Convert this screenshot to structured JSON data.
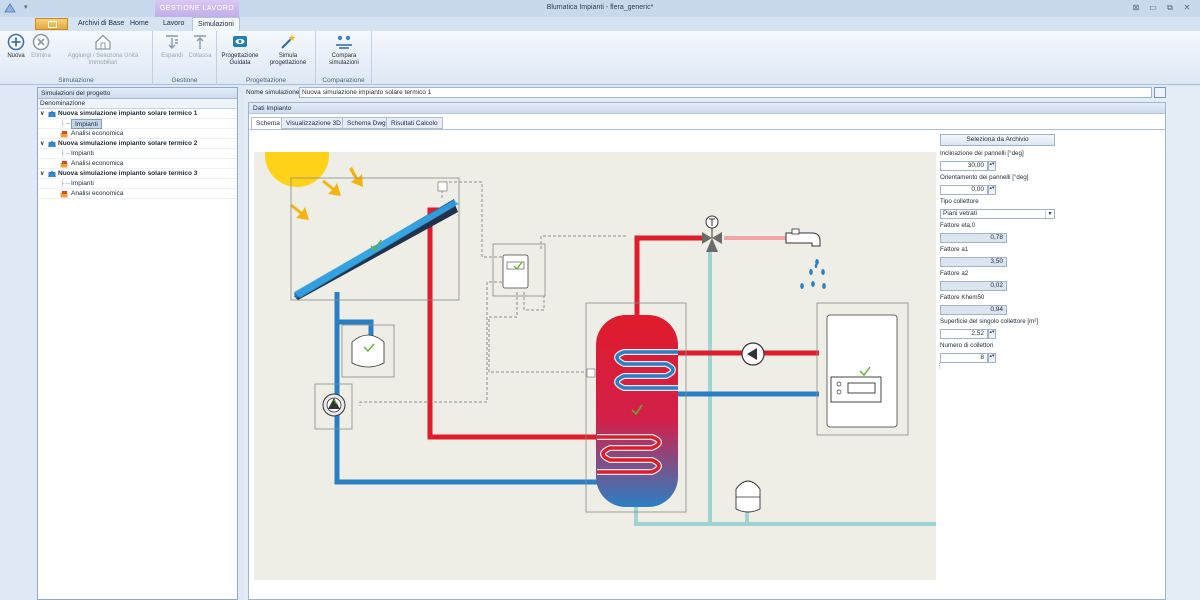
{
  "window": {
    "title": "Blumatica Impianti - flera_generic*",
    "context_tab_group": "GESTIONE LAVORO",
    "quick_access_arrow": "▾",
    "controls": [
      "⊠",
      "▭",
      "⧉",
      "✕"
    ]
  },
  "ribbon_tabs": [
    "Archivi di Base",
    "Home",
    "Lavoro",
    "Simulazioni"
  ],
  "ribbon_groups": [
    {
      "label": "Simulazione",
      "buttons": [
        "Nuova",
        "Elimina",
        "Aggiungi / Seleziona Unità Immobiliari"
      ]
    },
    {
      "label": "Gestione",
      "buttons": [
        "Espandi",
        "Collassa"
      ]
    },
    {
      "label": "Progettazione",
      "buttons": [
        "Progettazione Guidata",
        "Simula progettazione"
      ]
    },
    {
      "label": "Comparazione",
      "buttons": [
        "Compara simulazioni"
      ]
    }
  ],
  "left_panel": {
    "title": "Simulazioni del progetto",
    "column_header": "Denominazione",
    "tree": [
      {
        "label": "Nuova simulazione impianto solare termico 1",
        "children": [
          "Impianti",
          "Analisi economica"
        ]
      },
      {
        "label": "Nuova simulazione impianto solare termico 2",
        "children": [
          "Impianti",
          "Analisi economica"
        ]
      },
      {
        "label": "Nuova simulazione impianto solare termico 3",
        "children": [
          "Impianti",
          "Analisi economica"
        ]
      }
    ]
  },
  "simulation_name": {
    "label": "Nome simulazione",
    "value": "Nuova simulazione impianto solare termico 1"
  },
  "dati_impianto": {
    "title": "Dati Impianto",
    "tabs": [
      "Schema",
      "Visualizzazione 3D",
      "Schema Dwg",
      "Risultati Calcolo"
    ]
  },
  "parameters": {
    "select_button": "Seleziona da Archivio",
    "inclinazione": {
      "label": "Inclinazione dei pannelli [°deg]",
      "value": "30,00"
    },
    "orientamento": {
      "label": "Orientamento dei pannelli [°deg]",
      "value": "0,00"
    },
    "tipo_collettore": {
      "label": "Tipo collettore",
      "value": "Piani vetrati"
    },
    "eta0": {
      "label": "Fattore eta,0",
      "value": "0,78"
    },
    "a1": {
      "label": "Fattore a1",
      "value": "3,50"
    },
    "a2": {
      "label": "Fattore a2",
      "value": "0,02"
    },
    "khem50": {
      "label": "Fattore Khem50",
      "value": "0,94"
    },
    "superficie": {
      "label": "Superficie del singolo collettore [m²]",
      "value": "2,52"
    },
    "numero": {
      "label": "Numero di collettori",
      "value": "8"
    }
  },
  "colors": {
    "hot_pipe": "#e01b2a",
    "cold_pipe": "#2a7fc4",
    "return_pipe": "#9fd3d4",
    "sun": "#ffd21a",
    "arrow": "#f3b40c",
    "check": "#5fb32c"
  },
  "icons": [
    "plus-circle-icon",
    "x-circle-icon",
    "house-icon",
    "expand-icon",
    "collapse-icon",
    "eye-icon",
    "wand-icon",
    "compare-icon"
  ]
}
